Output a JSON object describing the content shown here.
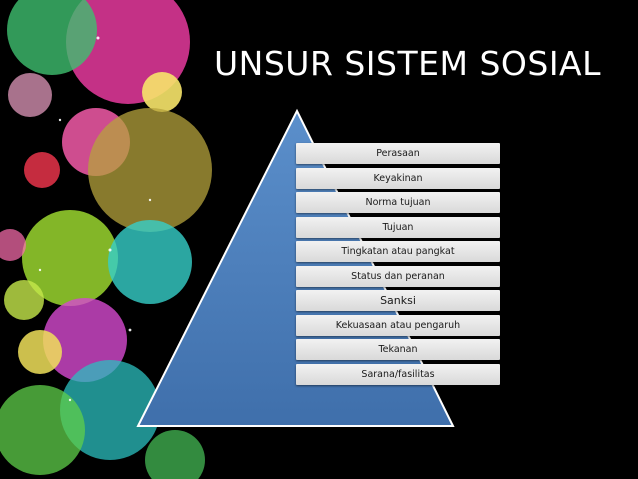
{
  "title": "UNSUR SISTEM SOSIAL",
  "pyramid_color": "#4f81bd",
  "levels": [
    {
      "label": "Perasaan"
    },
    {
      "label": "Keyakinan"
    },
    {
      "label": "Norma tujuan"
    },
    {
      "label": "Tujuan"
    },
    {
      "label": "Tingkatan atau pangkat"
    },
    {
      "label": "Status dan peranan"
    },
    {
      "label": "Sanksi"
    },
    {
      "label": "Kekuasaan atau pengaruh"
    },
    {
      "label": "Tekanan"
    },
    {
      "label": "Sarana/fasilitas"
    }
  ]
}
